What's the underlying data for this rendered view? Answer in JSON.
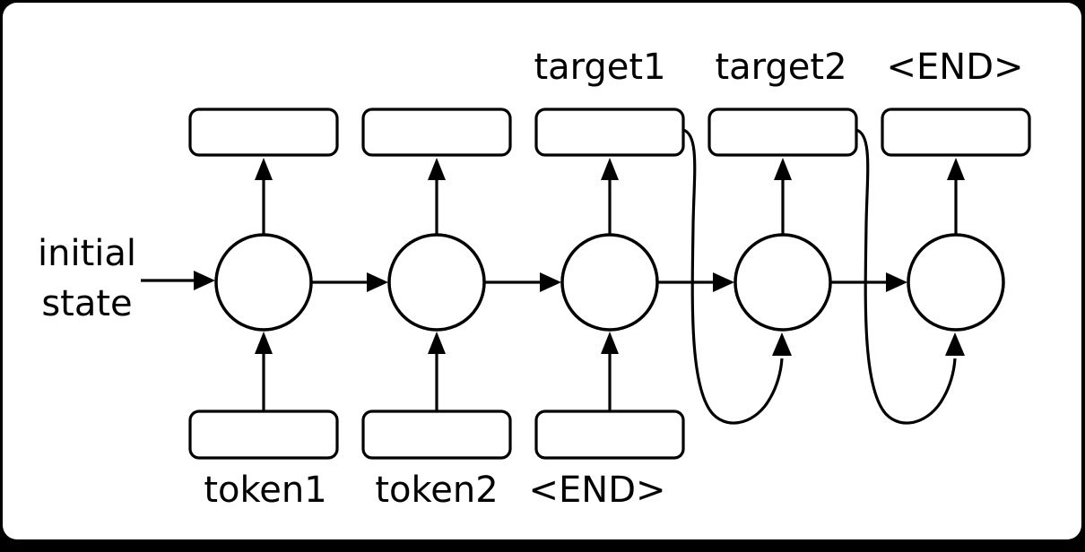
{
  "diagram": {
    "description": "Unrolled sequence-to-sequence RNN: token inputs feed steps 1-3, outputs target1, target2 and <END> are produced at steps 3-5, and each produced output curves back in as the input of the next step.",
    "initial_state_label": "initial state",
    "top_labels": [
      "target1",
      "target2",
      "<END>"
    ],
    "bottom_labels": [
      "token1",
      "token2",
      "<END>"
    ],
    "node_count": 5,
    "colors": {
      "background": "#000000",
      "surface": "#ffffff",
      "line": "#000000",
      "text": "#000000"
    }
  }
}
